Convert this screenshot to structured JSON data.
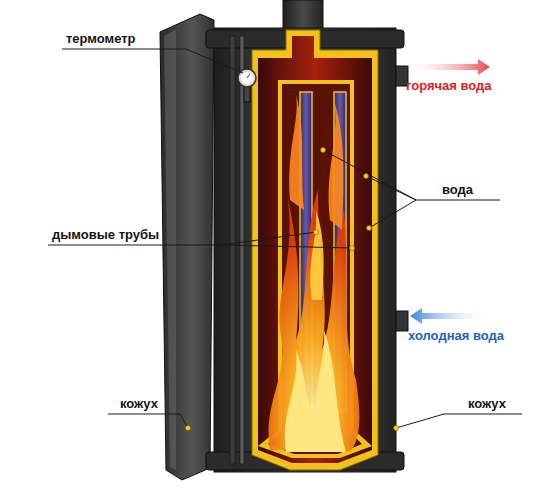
{
  "diagram": {
    "labels": [
      "термометр",
      "горячая вода",
      "вода",
      "дымовые трубы",
      "холодная вода",
      "кожух",
      "кожух"
    ]
  }
}
